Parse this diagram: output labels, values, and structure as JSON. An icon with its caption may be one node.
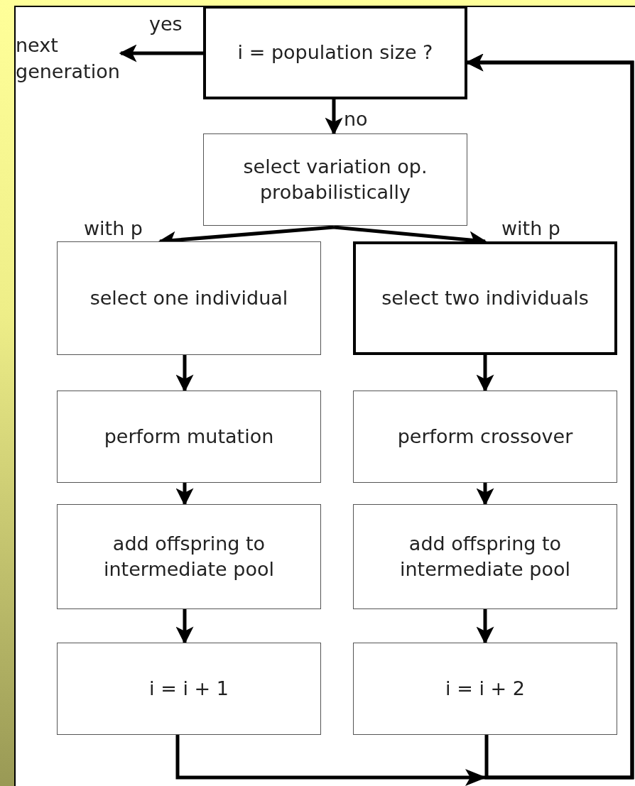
{
  "diagram": {
    "nodes": [
      {
        "text": [
          "next generation"
        ]
      },
      {
        "text": [
          "i = population size ?"
        ]
      },
      {
        "text": [
          "select variation op. probabilistically"
        ]
      },
      {
        "text": [
          "select one individual"
        ]
      },
      {
        "text": [
          "select two individuals"
        ]
      },
      {
        "text": [
          "perform mutation"
        ]
      },
      {
        "text": [
          "perform crossover"
        ]
      },
      {
        "text": [
          "add offspring to intermediate pool"
        ]
      },
      {
        "text": [
          "add offspring to intermediate pool"
        ]
      },
      {
        "text": [
          "i = i + 1"
        ]
      },
      {
        "text": [
          "i = i + 2"
        ]
      }
    ],
    "edges": [
      {
        "from": 1,
        "to": 0,
        "arrow": "to",
        "label": "yes"
      },
      {
        "from": 1,
        "to": 2,
        "arrow": "to",
        "label": "no"
      },
      {
        "from": 2,
        "to": 3,
        "arrow": "to",
        "label": "with p"
      },
      {
        "from": 2,
        "to": 4,
        "arrow": "to",
        "label": "with p"
      },
      {
        "from": 3,
        "to": 5,
        "arrow": "to"
      },
      {
        "from": 4,
        "to": 6,
        "arrow": "to"
      },
      {
        "from": 5,
        "to": 7,
        "arrow": "to"
      },
      {
        "from": 6,
        "to": 8,
        "arrow": "to"
      },
      {
        "from": 7,
        "to": 9,
        "arrow": "to"
      },
      {
        "from": 8,
        "to": 10,
        "arrow": "to"
      },
      {
        "from": 9,
        "to": 1,
        "arrow": "to"
      },
      {
        "from": 10,
        "to": 1,
        "arrow": "to"
      }
    ]
  }
}
